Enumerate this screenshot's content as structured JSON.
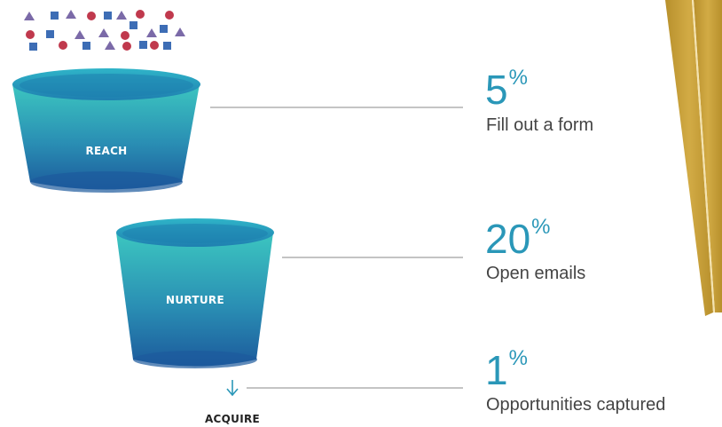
{
  "stages": [
    {
      "label": "REACH"
    },
    {
      "label": "NURTURE"
    },
    {
      "label": "ACQUIRE"
    }
  ],
  "stats": [
    {
      "value": "5",
      "unit": "%",
      "description": "Fill out a form"
    },
    {
      "value": "20",
      "unit": "%",
      "description": "Open emails"
    },
    {
      "value": "1",
      "unit": "%",
      "description": "Opportunities captured"
    }
  ],
  "colors": {
    "accent": "#2a97b8",
    "bucket_top": "#3cc6c0",
    "bucket_bottom": "#1c5a9c",
    "connector": "#8a8a8a",
    "text": "#444444",
    "gold_ribbon": "#c9a23a",
    "particle_purple": "#7b6aa8",
    "particle_blue": "#3d6db5",
    "particle_red": "#c0394d"
  },
  "icons": {
    "acquire_arrow": "arrow-down-icon"
  }
}
